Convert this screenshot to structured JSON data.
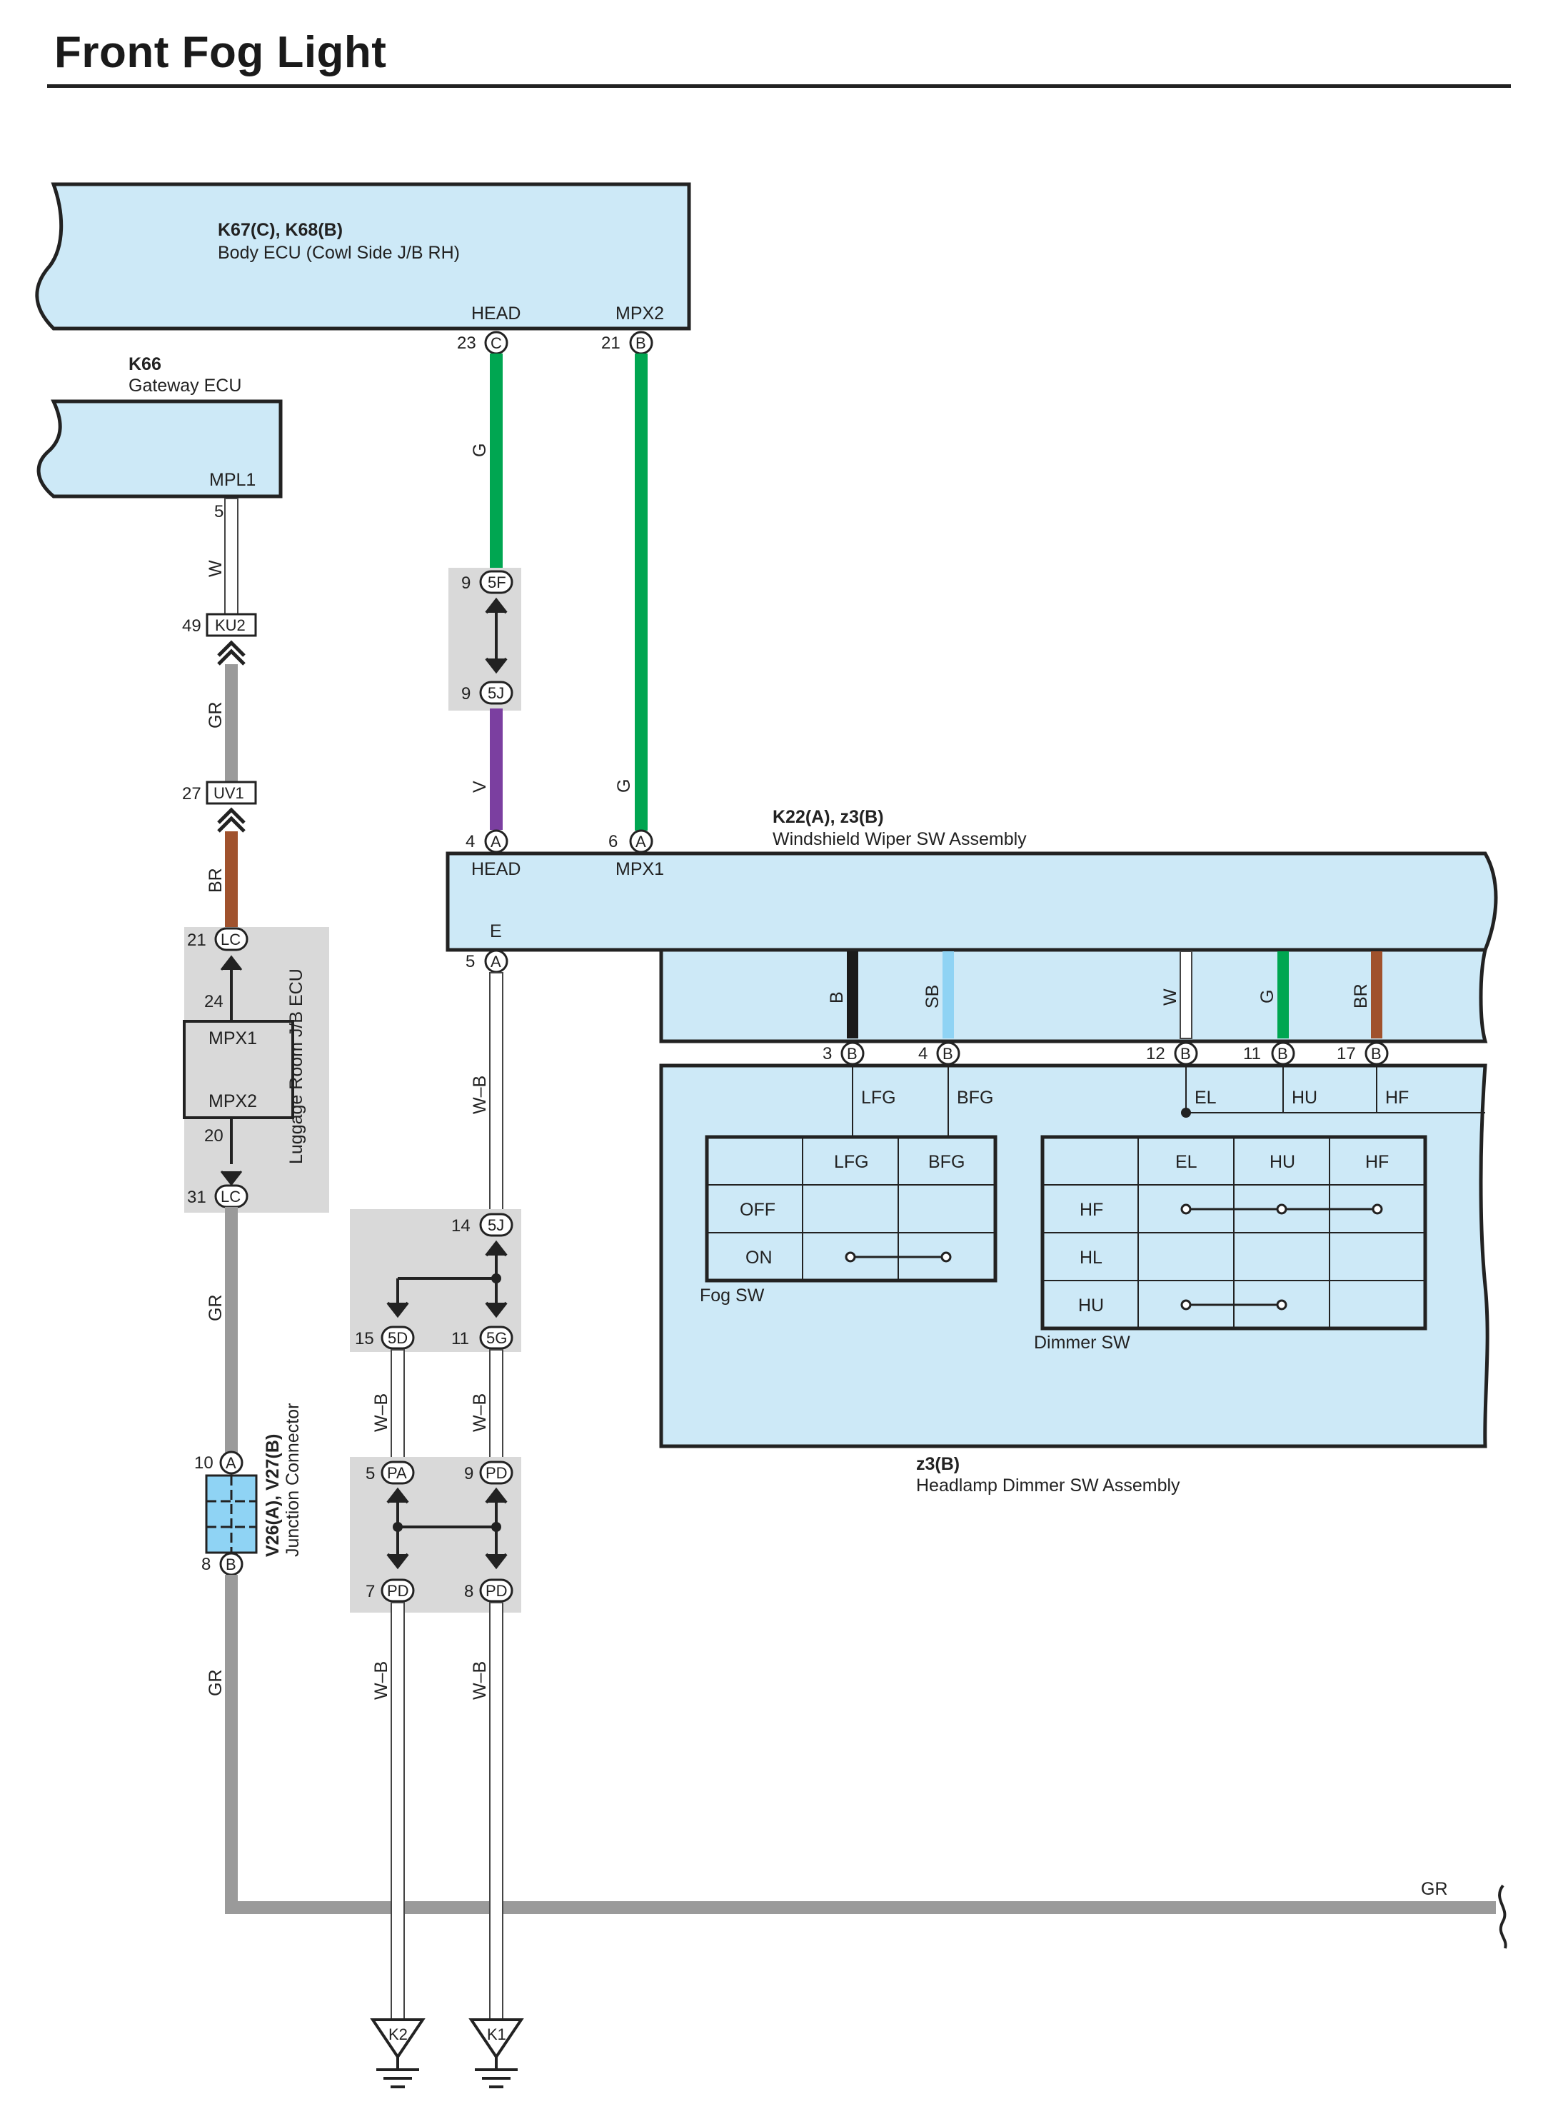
{
  "title": "Front Fog Light",
  "colors": {
    "ecu_fill": "#cde9f7",
    "splice_fill": "#d9d9d9",
    "wire_G": "#00a651",
    "wire_V": "#7b3fa0",
    "wire_BR": "#a0522d",
    "wire_GR": "#9a9a9a",
    "wire_SB": "#8fd3f4",
    "wire_B": "#1a1a1a",
    "wire_W": "#ffffff"
  },
  "body_ecu": {
    "code": "K67(C), K68(B)",
    "name": "Body ECU (Cowl Side J/B RH)",
    "term_head": "HEAD",
    "term_mpx2": "MPX2",
    "pin_head": "23",
    "conn_head": "C",
    "pin_mpx2": "21",
    "conn_mpx2": "B"
  },
  "gateway_ecu": {
    "code": "K66",
    "name": "Gateway ECU",
    "term": "MPL1",
    "pin": "5"
  },
  "wires": {
    "w": "W",
    "gr": "GR",
    "br": "BR",
    "g": "G",
    "v": "V",
    "wb": "W–B",
    "b": "B",
    "sb": "SB"
  },
  "inline_connectors": {
    "ku2": {
      "pin": "49",
      "name": "KU2"
    },
    "uv1": {
      "pin": "27",
      "name": "UV1"
    },
    "lc21": {
      "pin": "21",
      "name": "LC"
    },
    "lc31": {
      "pin": "31",
      "name": "LC"
    },
    "f5": {
      "pin": "9",
      "name": "5F"
    },
    "j5a": {
      "pin": "9",
      "name": "5J"
    },
    "j5b": {
      "pin": "14",
      "name": "5J"
    },
    "d5": {
      "pin": "15",
      "name": "5D"
    },
    "g5": {
      "pin": "11",
      "name": "5G"
    },
    "pa": {
      "pin": "5",
      "name": "PA"
    },
    "pd9": {
      "pin": "9",
      "name": "PD"
    },
    "pd7": {
      "pin": "7",
      "name": "PD"
    },
    "pd8": {
      "pin": "8",
      "name": "PD"
    }
  },
  "luggage_ecu": {
    "name": "Luggage Room J/B ECU",
    "pin_in": "24",
    "pin_out": "20",
    "mpx1": "MPX1",
    "mpx2": "MPX2"
  },
  "junction": {
    "name": "V26(A), V27(B)",
    "subtitle": "Junction Connector",
    "pin_a": "10",
    "conn_a": "A",
    "pin_b": "8",
    "conn_b": "B"
  },
  "wiper_sw": {
    "code": "K22(A), z3(B)",
    "name": "Windshield Wiper SW Assembly",
    "term_head": "HEAD",
    "term_mpx1": "MPX1",
    "term_e": "E",
    "pin_head": "4",
    "pin_mpx1": "6",
    "pin_e": "5",
    "conn": "A"
  },
  "dimmer_assy": {
    "code": "z3(B)",
    "name": "Headlamp Dimmer SW Assembly",
    "pins": [
      {
        "pin": "3",
        "conn": "B",
        "label": "LFG",
        "wire": "B"
      },
      {
        "pin": "4",
        "conn": "B",
        "label": "BFG",
        "wire": "SB"
      },
      {
        "pin": "12",
        "conn": "B",
        "label": "EL",
        "wire": "W"
      },
      {
        "pin": "11",
        "conn": "B",
        "label": "HU",
        "wire": "G"
      },
      {
        "pin": "17",
        "conn": "B",
        "label": "HF",
        "wire": "BR"
      }
    ],
    "fog_sw": {
      "caption": "Fog SW",
      "headers": [
        "LFG",
        "BFG"
      ],
      "rows": [
        "OFF",
        "ON"
      ]
    },
    "dimmer_sw": {
      "caption": "Dimmer SW",
      "headers": [
        "EL",
        "HU",
        "HF"
      ],
      "rows": [
        "HF",
        "HL",
        "HU"
      ]
    }
  },
  "grounds": {
    "k2": "K2",
    "k1": "K1"
  }
}
